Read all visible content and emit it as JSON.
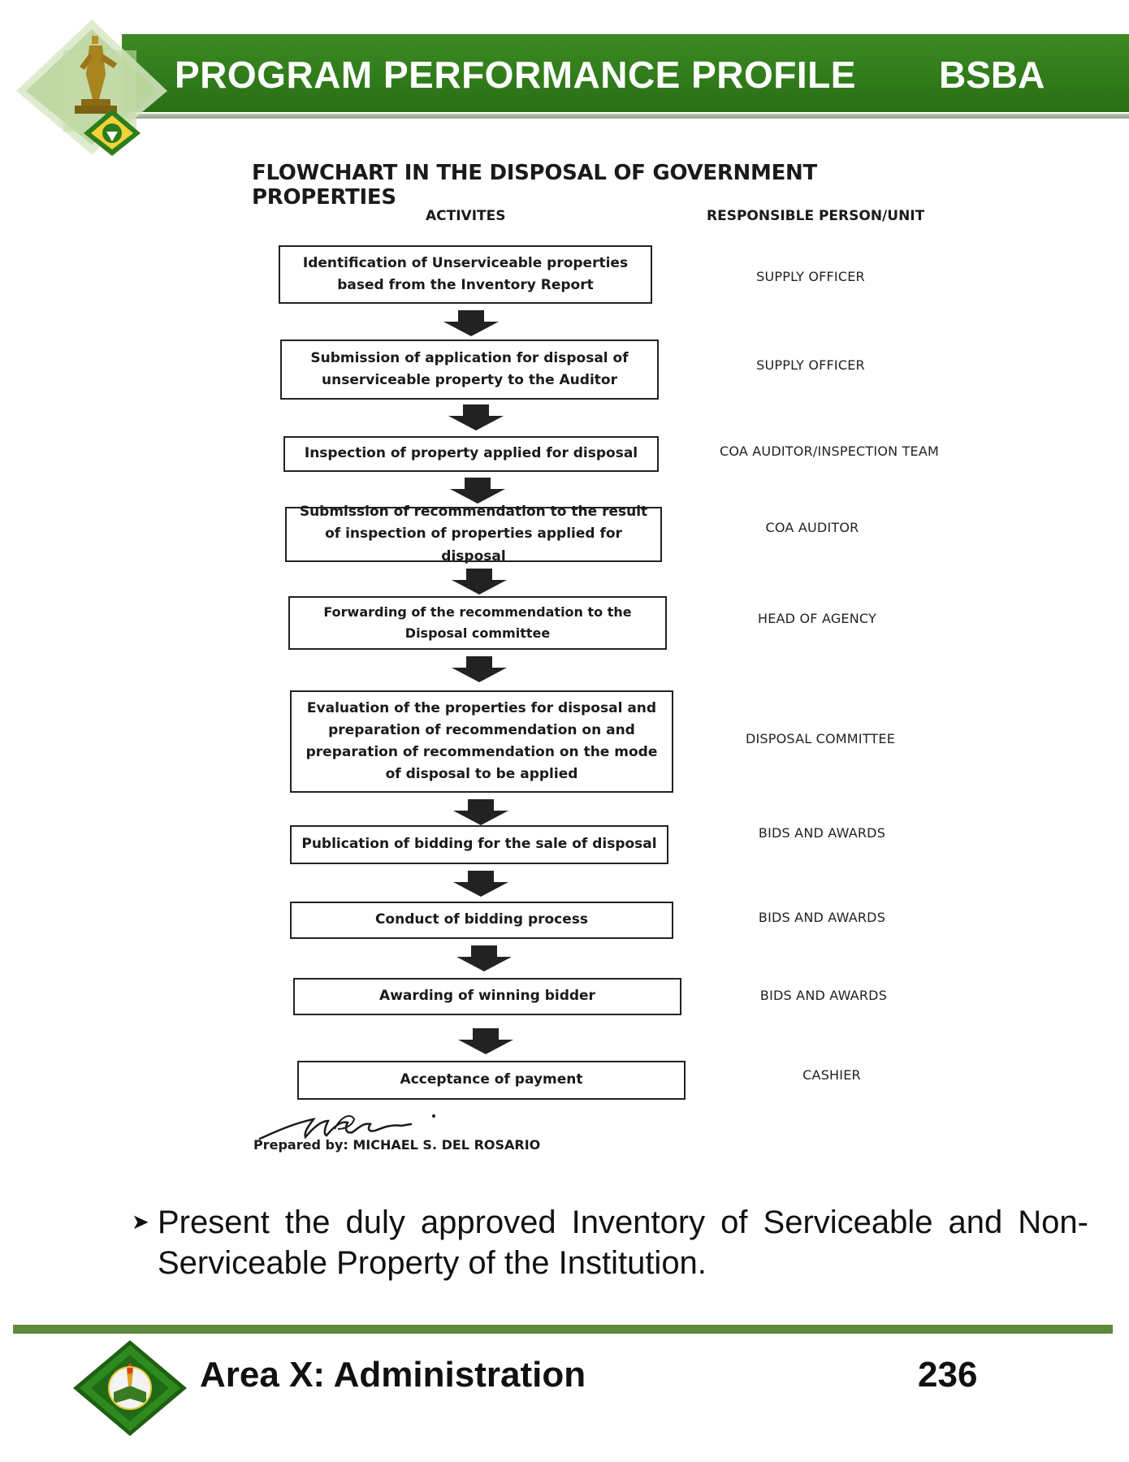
{
  "header": {
    "title": "PROGRAM PERFORMANCE PROFILE",
    "program": "BSBA"
  },
  "flowchart": {
    "title": "FLOWCHART IN THE DISPOSAL OF GOVERNMENT PROPERTIES",
    "activities_header": "ACTIVITES",
    "responsible_header": "RESPONSIBLE PERSON/UNIT",
    "steps": [
      {
        "activity": "Identification of Unserviceable properties based from the Inventory Report",
        "responsible": "SUPPLY OFFICER"
      },
      {
        "activity": "Submission of application for disposal of unserviceable property to the Auditor",
        "responsible": "SUPPLY OFFICER"
      },
      {
        "activity": "Inspection of property applied for disposal",
        "responsible": "COA AUDITOR/INSPECTION TEAM"
      },
      {
        "activity": "Submission of recommendation to the result of inspection of properties applied for disposal",
        "responsible": "COA AUDITOR"
      },
      {
        "activity": "Forwarding of the recommendation to the Disposal committee",
        "responsible": "HEAD OF AGENCY"
      },
      {
        "activity": "Evaluation of the properties for disposal and preparation of recommendation on and preparation of recommendation on the mode of disposal to be applied",
        "responsible": "DISPOSAL COMMITTEE"
      },
      {
        "activity": "Publication of bidding for the sale of disposal",
        "responsible": "BIDS AND AWARDS"
      },
      {
        "activity": "Conduct of bidding process",
        "responsible": "BIDS AND AWARDS"
      },
      {
        "activity": "Awarding of winning bidder",
        "responsible": "BIDS AND AWARDS"
      },
      {
        "activity": "Acceptance of payment",
        "responsible": "CASHIER"
      }
    ],
    "prepared_by": "Prepared by: MICHAEL S. DEL ROSARIO"
  },
  "body": {
    "bullet": "Present the duly approved Inventory of Serviceable and Non-Serviceable Property of the Institution."
  },
  "footer": {
    "area": "Area X: Administration",
    "page_number": "236"
  },
  "colors": {
    "header_green": "#2f7a1a",
    "footer_line_green": "#5e8a3c"
  },
  "icons": {
    "header_logo": "university-statue-emblem-icon",
    "footer_logo": "university-seal-icon",
    "bullet": "arrowhead-bullet-icon",
    "flow_arrow": "down-arrow-icon"
  }
}
